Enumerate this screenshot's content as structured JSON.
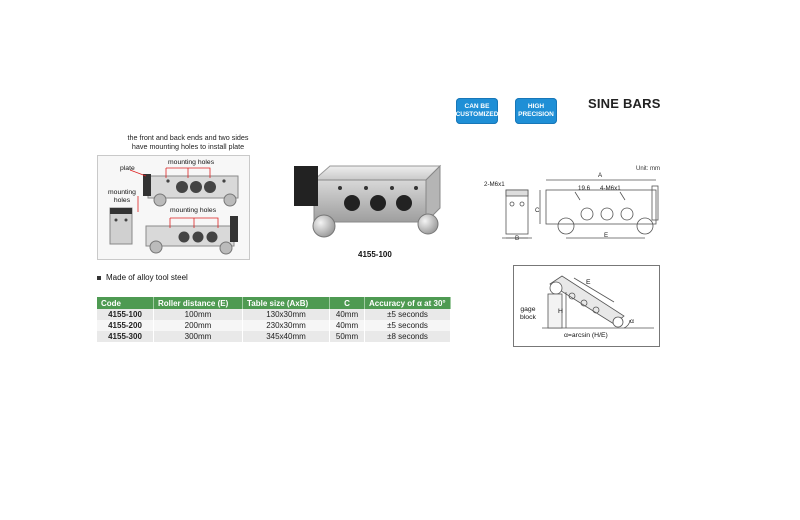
{
  "badges": [
    {
      "line1": "CAN BE",
      "line2": "CUSTOMIZED"
    },
    {
      "line1": "HIGH",
      "line2": "PRECISION"
    }
  ],
  "title": "SINE BARS",
  "caption": {
    "line1": "the front and back ends and two sides",
    "line2": "have mounting holes to install plate"
  },
  "photo_labels": {
    "plate": "plate",
    "mounting_holes_top": "mounting holes",
    "mounting_holes_left_1": "mounting",
    "mounting_holes_left_2": "holes",
    "mounting_holes_bottom": "mounting holes"
  },
  "model_label": "4155-100",
  "feature": "Made of alloy tool steel",
  "table": {
    "headers": [
      "Code",
      "Roller distance (E)",
      "Table size (AxB)",
      "C",
      "Accuracy of α at 30°"
    ],
    "rows": [
      [
        "4155-100",
        "100mm",
        "130x30mm",
        "40mm",
        "±5 seconds"
      ],
      [
        "4155-200",
        "200mm",
        "230x30mm",
        "40mm",
        "±5 seconds"
      ],
      [
        "4155-300",
        "300mm",
        "345x40mm",
        "50mm",
        "±8 seconds"
      ]
    ]
  },
  "drawing": {
    "unit": "Unit: mm",
    "m6_side": "2-M6x1",
    "a": "A",
    "spacing": "19.6",
    "m6_top": "4-M6x1",
    "c": "C",
    "b": "B",
    "e": "E"
  },
  "diagram": {
    "e": "E",
    "h": "H",
    "gage1": "gage",
    "gage2": "block",
    "alpha": "α",
    "formula": "α=arcsin (H/E)"
  }
}
